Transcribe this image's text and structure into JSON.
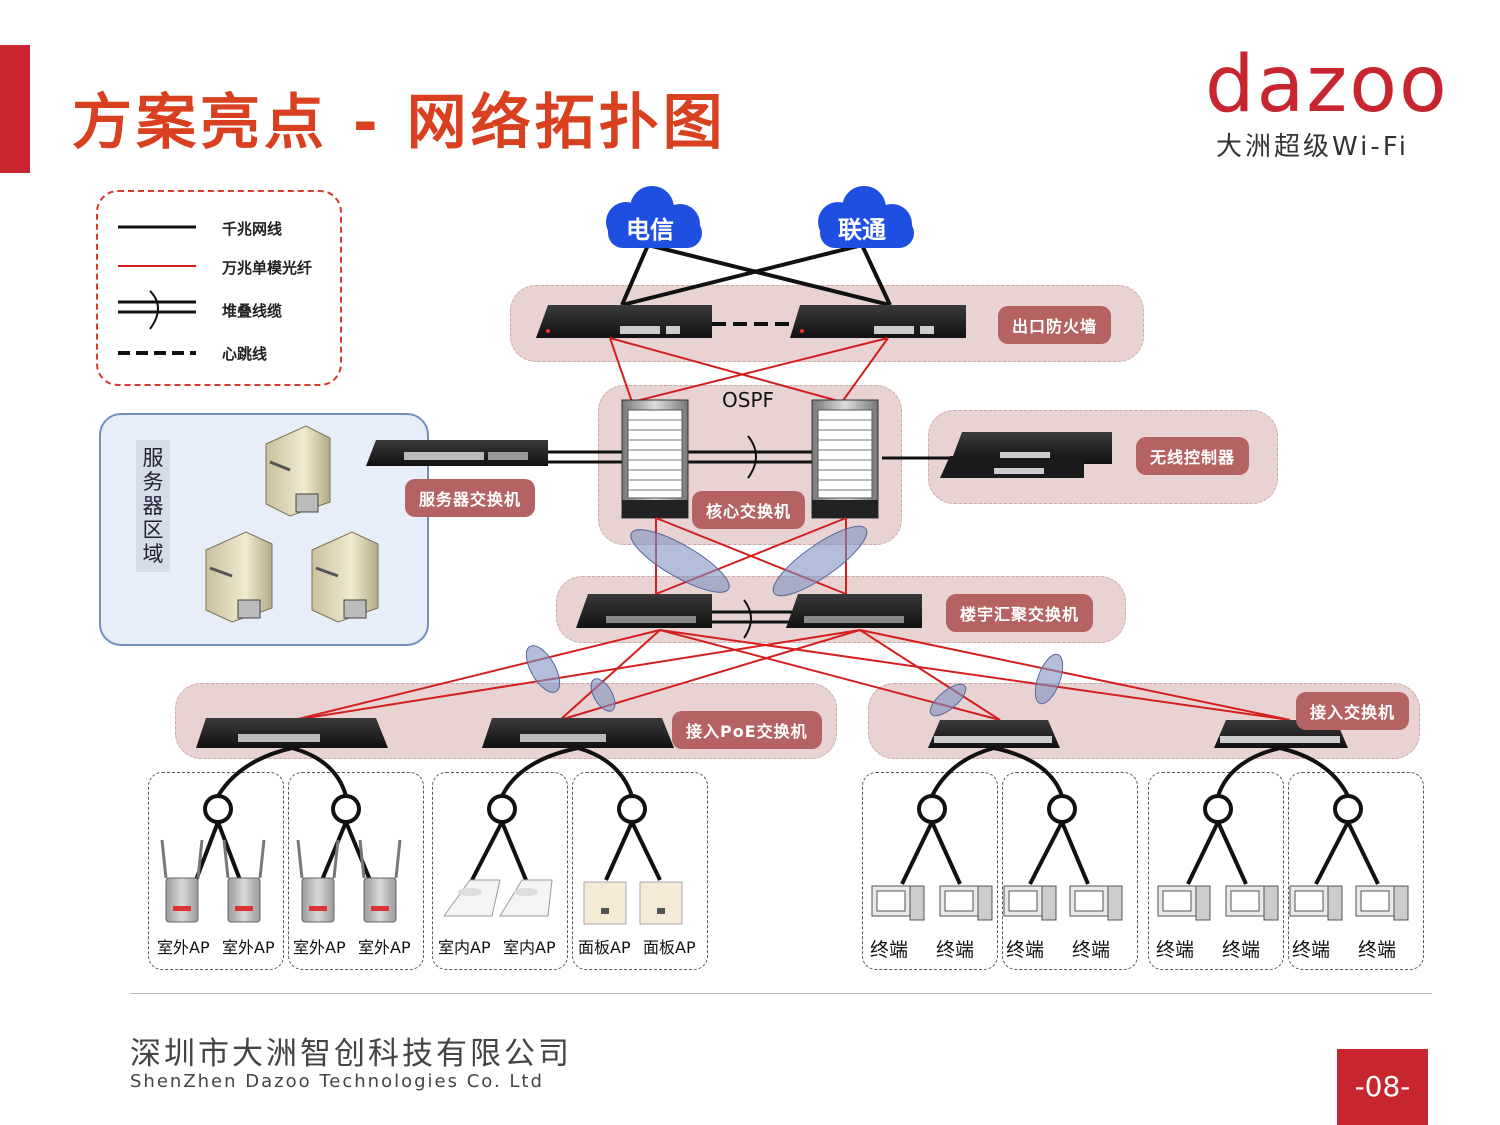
{
  "title": "方案亮点 - 网络拓扑图",
  "logo": {
    "word": "dazoo",
    "subtitle": "大洲超级Wi-Fi"
  },
  "legend": [
    {
      "label": "千兆网线",
      "color": "#111111"
    },
    {
      "label": "万兆单模光纤",
      "color": "#d41f1f"
    },
    {
      "label": "堆叠线缆",
      "color": "#111111"
    },
    {
      "label": "心跳线",
      "color": "#111111"
    }
  ],
  "clouds": [
    "电信",
    "联通"
  ],
  "zones": {
    "firewall": "出口防火墙",
    "core": "核心交换机",
    "wlc": "无线控制器",
    "server_switch": "服务器交换机",
    "aggregation": "楼宇汇聚交换机",
    "poe_access": "接入PoE交换机",
    "access": "接入交换机"
  },
  "ospf": "OSPF",
  "server_area": "服务器区域",
  "ap_groups": [
    {
      "labels": [
        "室外AP",
        "室外AP"
      ],
      "kind": "outdoor"
    },
    {
      "labels": [
        "室外AP",
        "室外AP"
      ],
      "kind": "outdoor"
    },
    {
      "labels": [
        "室内AP",
        "室内AP"
      ],
      "kind": "indoor"
    },
    {
      "labels": [
        "面板AP",
        "面板AP"
      ],
      "kind": "panel"
    }
  ],
  "terminal_groups": [
    {
      "labels": [
        "终端",
        "终端"
      ]
    },
    {
      "labels": [
        "终端",
        "终端"
      ]
    },
    {
      "labels": [
        "终端",
        "终端"
      ]
    },
    {
      "labels": [
        "终端",
        "终端"
      ]
    }
  ],
  "footer": {
    "company_cn": "深圳市大洲智创科技有限公司",
    "company_en": "ShenZhen Dazoo Technologies Co. Ltd",
    "page": "-08-"
  },
  "colors": {
    "accent": "#c8262e",
    "title": "#d8401f",
    "fiber": "#d41f1f",
    "cloud": "#1f4fe0"
  }
}
